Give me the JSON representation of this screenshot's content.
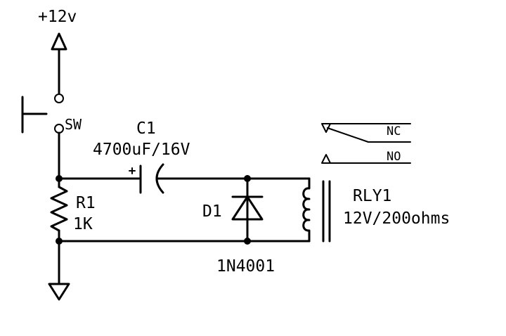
{
  "supply": {
    "label": "+12v"
  },
  "switch": {
    "label": "SW"
  },
  "capacitor": {
    "ref": "C1",
    "value": "4700uF/16V",
    "polarity": "+"
  },
  "resistor": {
    "ref": "R1",
    "value": "1K"
  },
  "diode": {
    "ref": "D1",
    "part": "1N4001"
  },
  "relay": {
    "ref": "RLY1",
    "value": "12V/200ohms",
    "nc_label": "NC",
    "no_label": "NO"
  },
  "colors": {
    "ink": "#000000",
    "background": "#ffffff"
  }
}
